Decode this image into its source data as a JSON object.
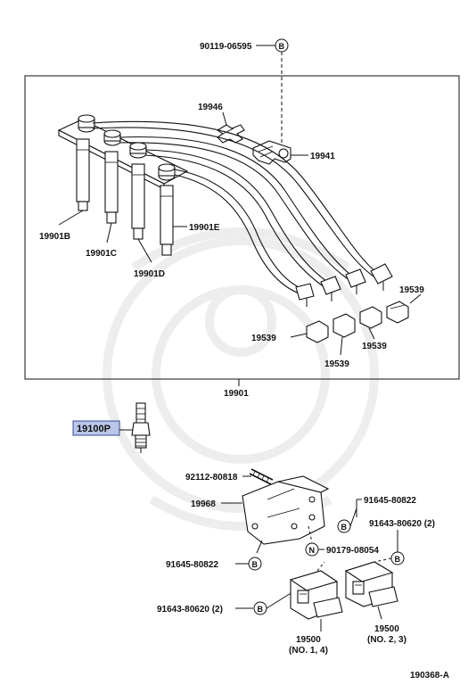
{
  "labels": {
    "bolt_90119": "90119-06595",
    "clamp_19946": "19946",
    "clamp_19941": "19941",
    "cord_b": "19901B",
    "cord_c": "19901C",
    "cord_d": "19901D",
    "cord_e": "19901E",
    "cap_right": "19539",
    "cap_left": "19539",
    "cap_mid": "19539",
    "cap_bottom": "19539",
    "cord_set": "19901",
    "spark_plug": "19100P",
    "bolt_92112": "92112-80818",
    "bracket_19968": "19968",
    "bolt_91645_right": "91645-80822",
    "bolt_91643_right": "91643-80620 (2)",
    "nut_90179": "90179-08054",
    "bolt_91645_left": "91645-80822",
    "bolt_91643_left": "91643-80620 (2)",
    "coil_14": "19500",
    "coil_14_note": "(NO. 1, 4)",
    "coil_23": "19500",
    "coil_23_note": "(NO. 2, 3)",
    "diagram_id": "190368-A"
  },
  "markers": {
    "b": "B",
    "n": "N"
  },
  "colors": {
    "highlight": "#b9c6e8",
    "line": "#111111"
  }
}
